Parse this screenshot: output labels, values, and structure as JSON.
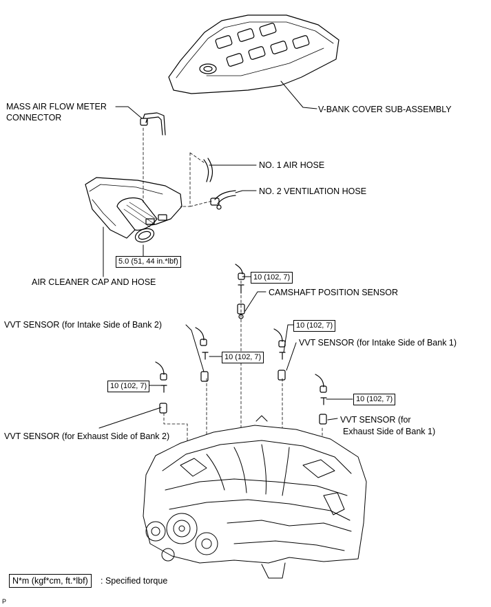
{
  "labels": {
    "maf_line1": "MASS AIR FLOW METER",
    "maf_line2": "CONNECTOR",
    "vbank": "V-BANK COVER SUB-ASSEMBLY",
    "air_hose": "NO. 1 AIR HOSE",
    "vent_hose": "NO. 2 VENTILATION HOSE",
    "air_cleaner": "AIR CLEANER CAP AND HOSE",
    "camshaft": "CAMSHAFT POSITION SENSOR",
    "vvt_intake_b2": "VVT SENSOR (for Intake Side of Bank 2)",
    "vvt_intake_b1": "VVT SENSOR (for Intake Side of Bank 1)",
    "vvt_exhaust_b2": "VVT SENSOR (for Exhaust Side of Bank 2)",
    "vvt_exhaust_b1_line1": "VVT SENSOR (for",
    "vvt_exhaust_b1_line2": "Exhaust Side of Bank 1)"
  },
  "torques": {
    "air_cleaner": "5.0 (51, 44 in.*lbf)",
    "camshaft": "10 (102, 7)",
    "vvt_intake_b1": "10 (102, 7)",
    "vvt_intake_b2": "10 (102, 7)",
    "vvt_exhaust_b2": "10 (102, 7)",
    "vvt_exhaust_b1": "10 (102, 7)"
  },
  "legend": {
    "box": "N*m (kgf*cm, ft.*lbf)",
    "text": ": Specified torque"
  },
  "figure_code": "P"
}
